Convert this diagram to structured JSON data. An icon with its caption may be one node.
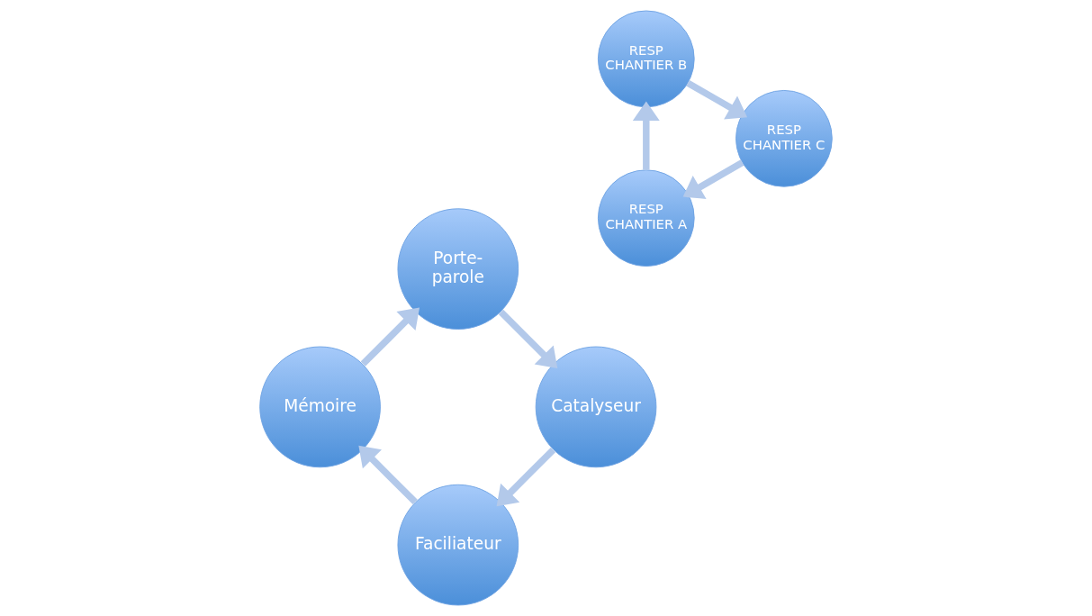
{
  "diagram": {
    "nodes": [
      {
        "text": [
          "Faciliateur"
        ]
      },
      {
        "text": [
          "Mémoire"
        ]
      },
      {
        "text": [
          "Porte- parole"
        ]
      },
      {
        "text": [
          "Catalyseur"
        ]
      },
      {
        "text": [
          "RESP CHANTIER A"
        ]
      },
      {
        "text": [
          "RESP CHANTIER B"
        ]
      },
      {
        "text": [
          "RESP CHANTIER C"
        ]
      }
    ],
    "edges": [
      {
        "from": 0,
        "to": 1,
        "arrow": "to"
      },
      {
        "from": 1,
        "to": 2,
        "arrow": "to"
      },
      {
        "from": 2,
        "to": 3,
        "arrow": "to"
      },
      {
        "from": 3,
        "to": 0,
        "arrow": "to"
      },
      {
        "from": 4,
        "to": 5,
        "arrow": "to"
      },
      {
        "from": 5,
        "to": 6,
        "arrow": "to"
      },
      {
        "from": 6,
        "to": 4,
        "arrow": "to"
      }
    ]
  }
}
